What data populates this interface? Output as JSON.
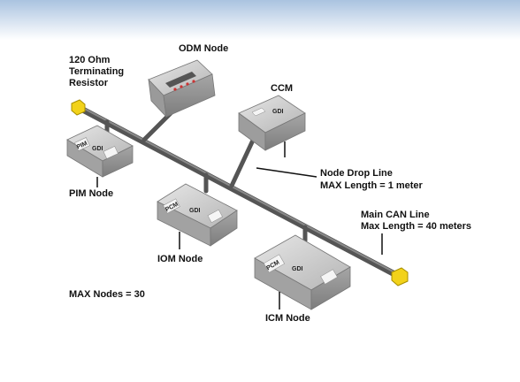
{
  "labels": {
    "resistor": [
      "120  Ohm",
      "Terminating",
      "Resistor"
    ],
    "odm": "ODM  Node",
    "ccm": "CCM",
    "pim": "PIM Node",
    "iom": "IOM  Node",
    "icm": "ICM Node",
    "drop": [
      "Node Drop Line",
      "MAX Length = 1 meter"
    ],
    "main": [
      "Main CAN Line",
      "Max Length = 40 meters"
    ],
    "max_nodes": "MAX Nodes = 30"
  },
  "device_marks": {
    "pim_logo": "PIM",
    "iom_logo": "PCM",
    "icm_logo": "PCM",
    "brand": "GDI"
  },
  "colors": {
    "cable": "#5a5a5a",
    "terminator": "#f2d21a",
    "device_body": "#c9c9c9",
    "device_dark": "#8e8e8e"
  }
}
